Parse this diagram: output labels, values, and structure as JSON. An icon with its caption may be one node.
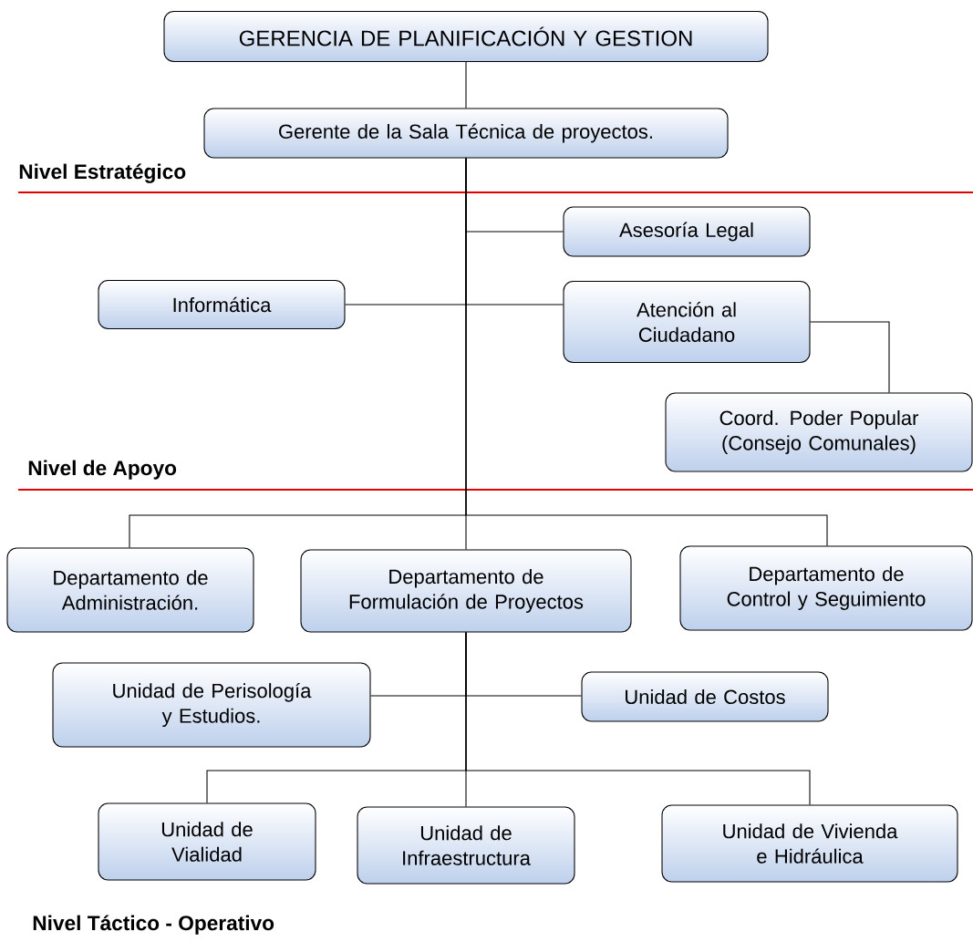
{
  "diagram": {
    "nodes": [
      {
        "text": [
          "GERENCIA DE PLANIFICACIÓN Y GESTION"
        ]
      },
      {
        "text": [
          "Gerente de la Sala Técnica de proyectos."
        ]
      },
      {
        "text": [
          "Asesoría Legal"
        ]
      },
      {
        "text": [
          "Informática"
        ]
      },
      {
        "text": [
          "Atención al Ciudadano"
        ]
      },
      {
        "text": [
          "Coord. Poder Popular (Consejo Comunales)"
        ]
      },
      {
        "text": [
          "Departamento de Administración."
        ]
      },
      {
        "text": [
          "Departamento de Formulación de Proyectos"
        ]
      },
      {
        "text": [
          "Departamento de Control y Seguimiento"
        ]
      },
      {
        "text": [
          "Unidad de Perisología y Estudios."
        ]
      },
      {
        "text": [
          "Unidad de Costos"
        ]
      },
      {
        "text": [
          "Unidad de Vialidad"
        ]
      },
      {
        "text": [
          "Unidad de Infraestructura"
        ]
      },
      {
        "text": [
          "Unidad de Vivienda e Hidráulica"
        ]
      }
    ],
    "edges": [
      {
        "from": 0,
        "to": 1,
        "arrow": "none"
      },
      {
        "from": 1,
        "to": 2,
        "arrow": "none"
      },
      {
        "from": 1,
        "to": 3,
        "arrow": "none"
      },
      {
        "from": 1,
        "to": 4,
        "arrow": "none"
      },
      {
        "from": 4,
        "to": 5,
        "arrow": "none"
      },
      {
        "from": 1,
        "to": 6,
        "arrow": "none"
      },
      {
        "from": 1,
        "to": 7,
        "arrow": "none"
      },
      {
        "from": 1,
        "to": 8,
        "arrow": "none"
      },
      {
        "from": 7,
        "to": 9,
        "arrow": "none"
      },
      {
        "from": 7,
        "to": 10,
        "arrow": "none"
      },
      {
        "from": 7,
        "to": 11,
        "arrow": "none"
      },
      {
        "from": 7,
        "to": 12,
        "arrow": "none"
      },
      {
        "from": 7,
        "to": 13,
        "arrow": "none"
      }
    ],
    "labels": [
      "Nivel Estratégico",
      "Nivel de Apoyo",
      "Nivel Táctico - Operativo"
    ]
  }
}
